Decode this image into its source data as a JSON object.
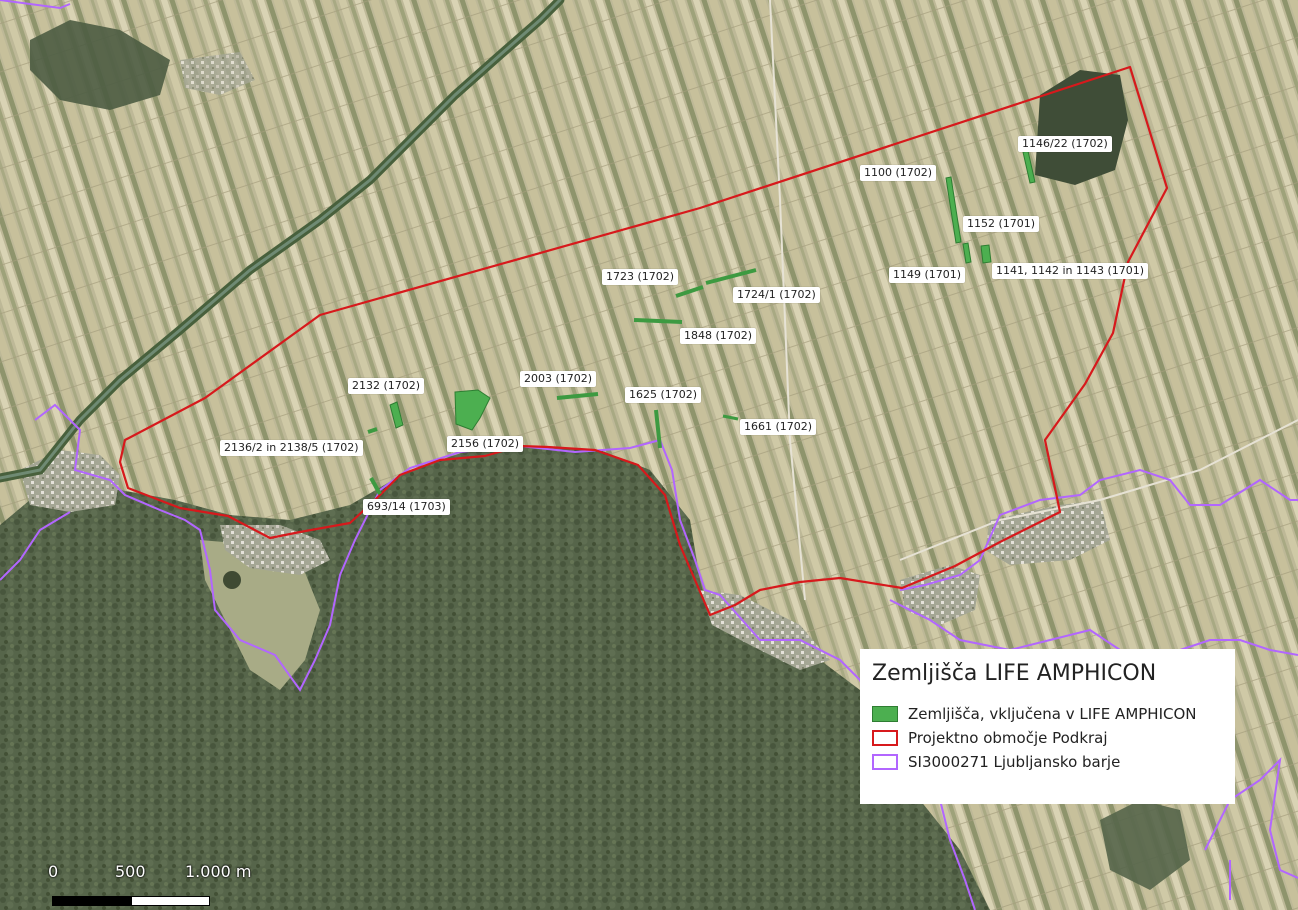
{
  "colors": {
    "parcel_fill": "#4caf50",
    "parcel_stroke": "#2e7d32",
    "project_boundary": "#d7191c",
    "natura_boundary": "#b266ff",
    "forest": "#4f5f46",
    "fields": "#b9b493"
  },
  "legend": {
    "title": "Zemljišča LIFE AMPHICON",
    "items": [
      {
        "label": "Zemljišča, vključena v LIFE AMPHICON",
        "symbol": "green-fill"
      },
      {
        "label": "Projektno območje Podkraj",
        "symbol": "red-outline"
      },
      {
        "label": "SI3000271 Ljubljansko barje",
        "symbol": "purple-outline"
      }
    ]
  },
  "parcel_labels": {
    "p1146_22": "1146/22 (1702)",
    "p1100": "1100 (1702)",
    "p1152": "1152 (1701)",
    "p1149": "1149 (1701)",
    "p1141": "1141, 1142 in 1143 (1701)",
    "p1723": "1723 (1702)",
    "p1724_1": "1724/1 (1702)",
    "p1848": "1848 (1702)",
    "p2132": "2132 (1702)",
    "p2003": "2003 (1702)",
    "p1625": "1625 (1702)",
    "p1661": "1661 (1702)",
    "p2136": "2136/2 in 2138/5 (1702)",
    "p2156": "2156 (1702)",
    "p693": "693/14 (1703)"
  },
  "scalebar": {
    "tick_0": "0",
    "tick_500": "500",
    "tick_1000": "1.000 m"
  }
}
